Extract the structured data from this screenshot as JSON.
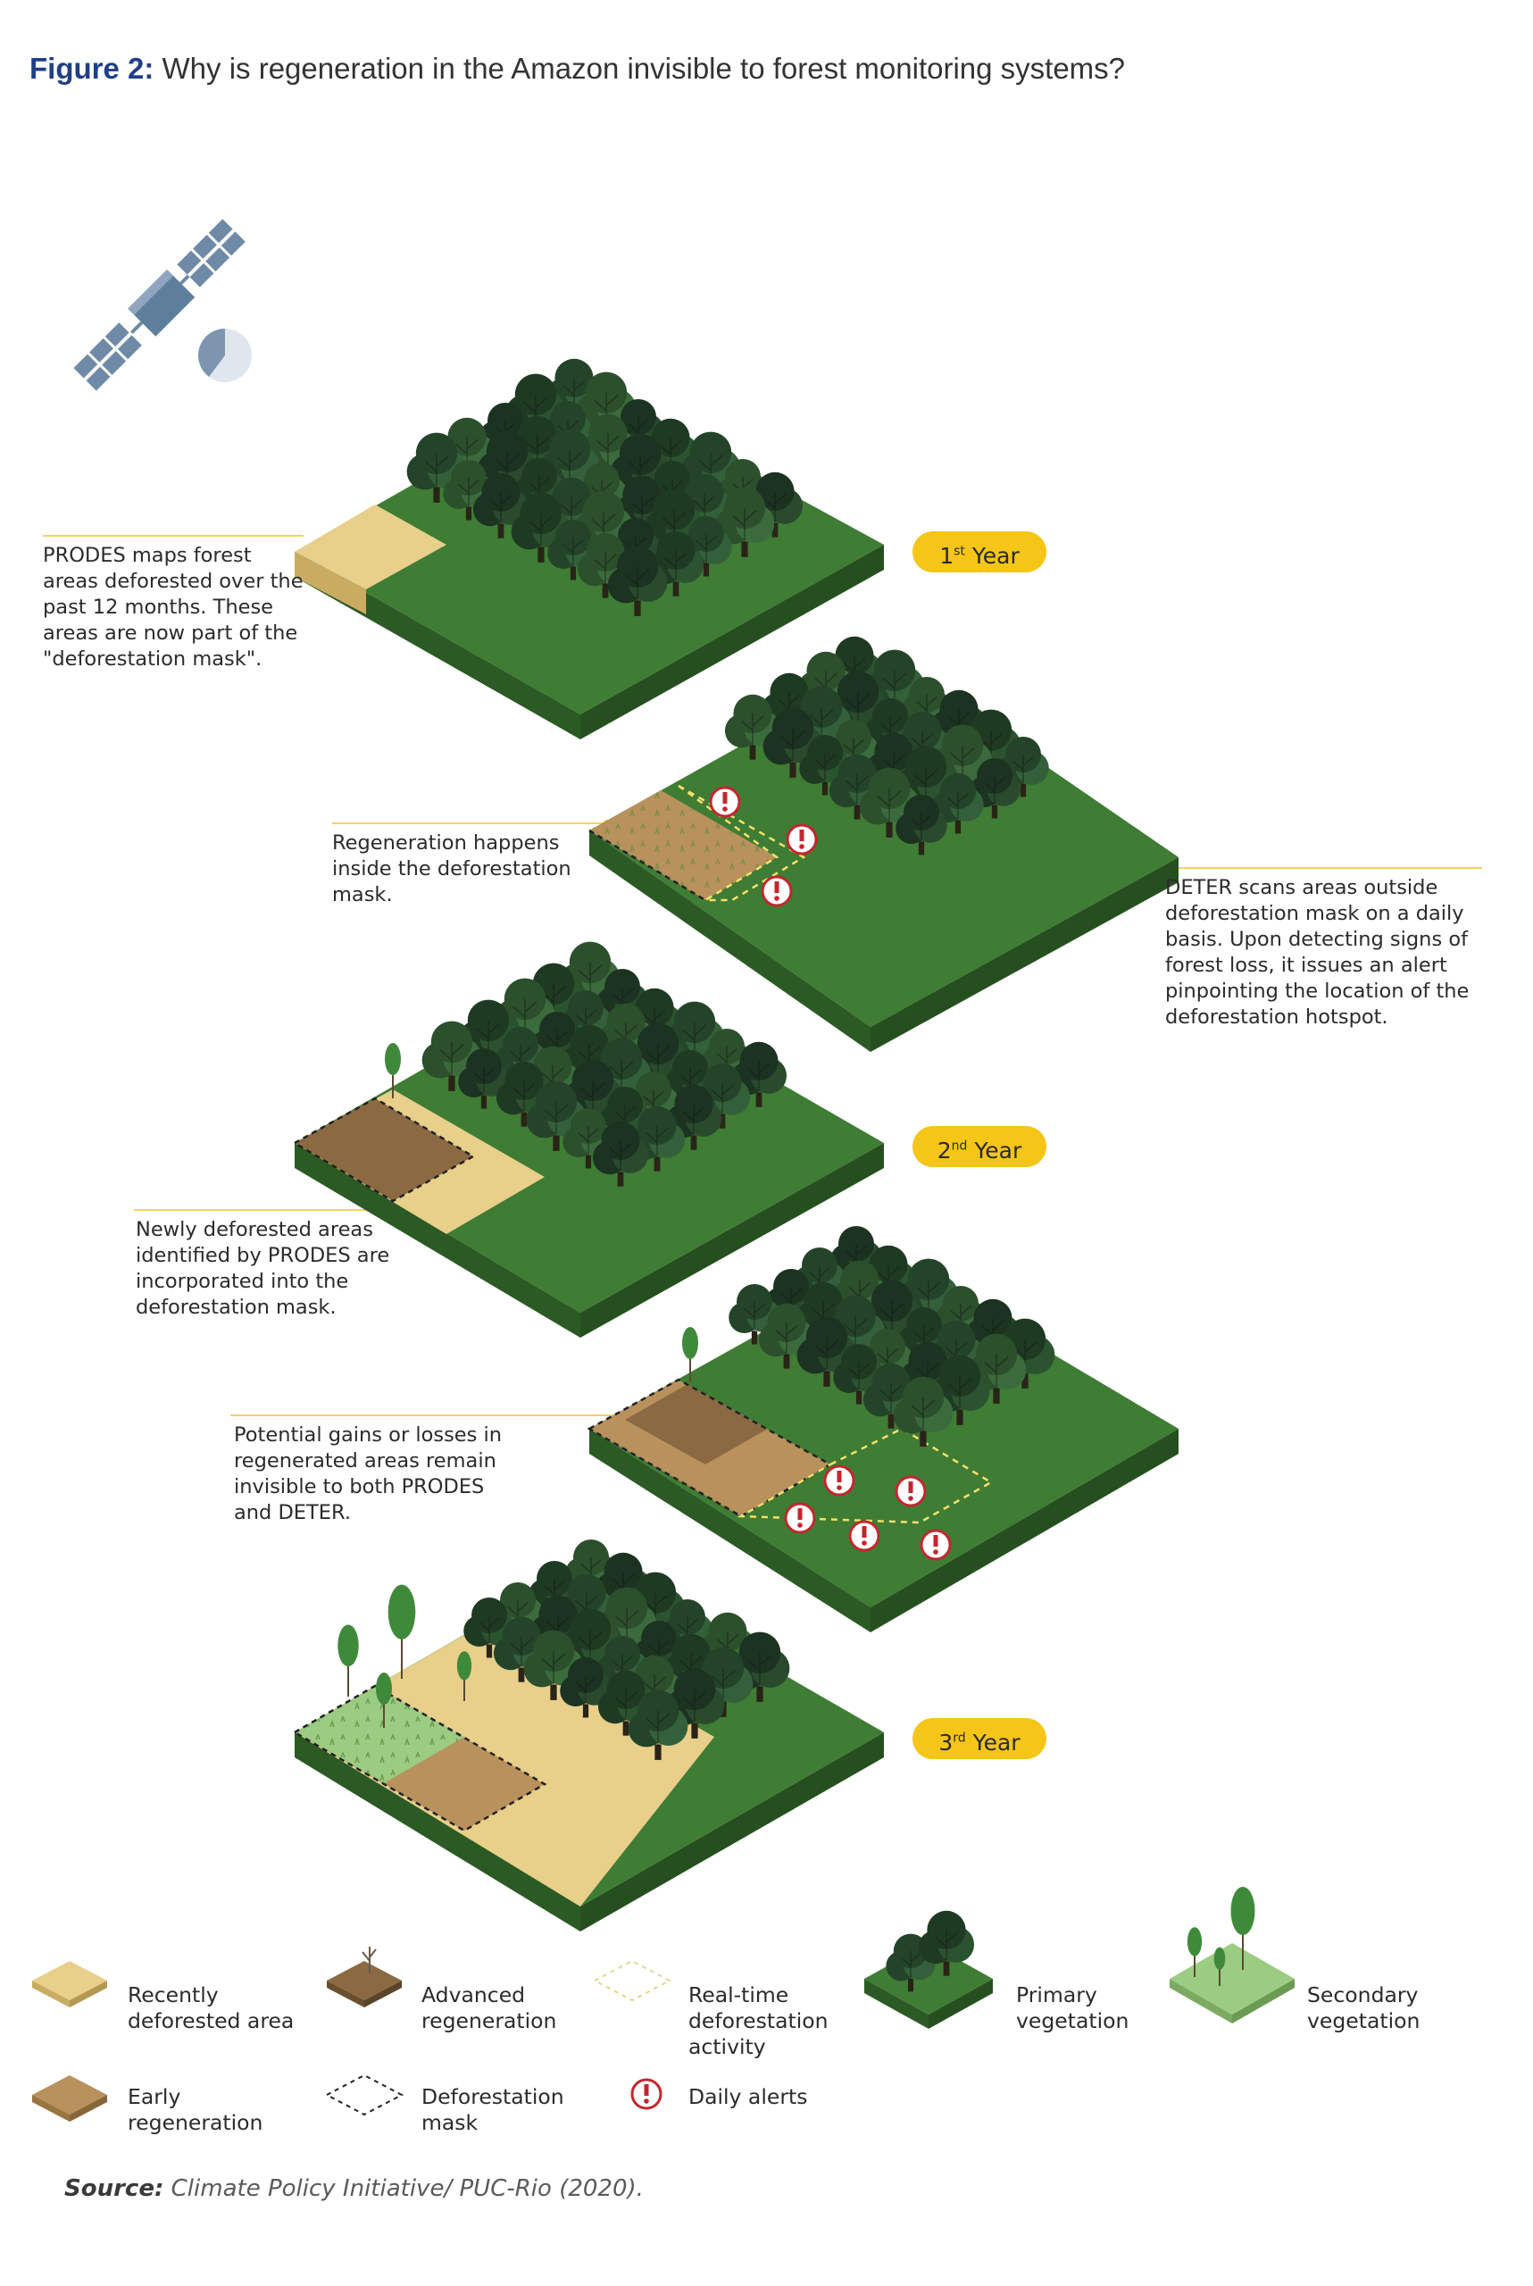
{
  "title": {
    "prefix": "Figure 2:",
    "text": "Why is regeneration in the Amazon invisible to forest monitoring systems?"
  },
  "years": {
    "first": "1st Year",
    "second": "2nd Year",
    "third": "3rd Year"
  },
  "annotations": {
    "prodes_mask": "PRODES maps forest areas deforested over the past 12 months. These areas are now part of the \"deforestation mask\".",
    "regeneration_inside": "Regeneration happens inside the deforestation mask.",
    "deter_scans": "DETER scans areas outside deforestation mask on a daily basis. Upon detecting signs of forest loss, it issues an alert pinpointing the location of the deforestation hotspot.",
    "newly_deforested": "Newly deforested areas identified by PRODES are incorporated into the deforestation mask.",
    "potential_gains": "Potential gains or losses in regenerated areas remain invisible to both PRODES and DETER."
  },
  "legend": {
    "recently_deforested": "Recently deforested area",
    "advanced_regeneration": "Advanced regeneration",
    "realtime_activity": "Real-time deforestation activity",
    "primary_vegetation": "Primary vegetation",
    "secondary_vegetation": "Secondary vegetation",
    "early_regeneration": "Early regeneration",
    "deforestation_mask": "Deforestation mask",
    "daily_alerts": "Daily alerts"
  },
  "source": {
    "label": "Source:",
    "text": "Climate Policy Initiative/ PUC-Rio (2020)."
  },
  "colors": {
    "forest_top": "#3f7c34",
    "forest_side": "#2b5a24",
    "deforested": "#e8cf8a",
    "early_regen": "#b8915c",
    "advanced_regen": "#8b6a43",
    "secondary_veg": "#9ccb82",
    "year_badge": "#f5c518",
    "alert": "#c4262e",
    "satellite": "#6f8aa6",
    "title_blue": "#1f3f86"
  }
}
